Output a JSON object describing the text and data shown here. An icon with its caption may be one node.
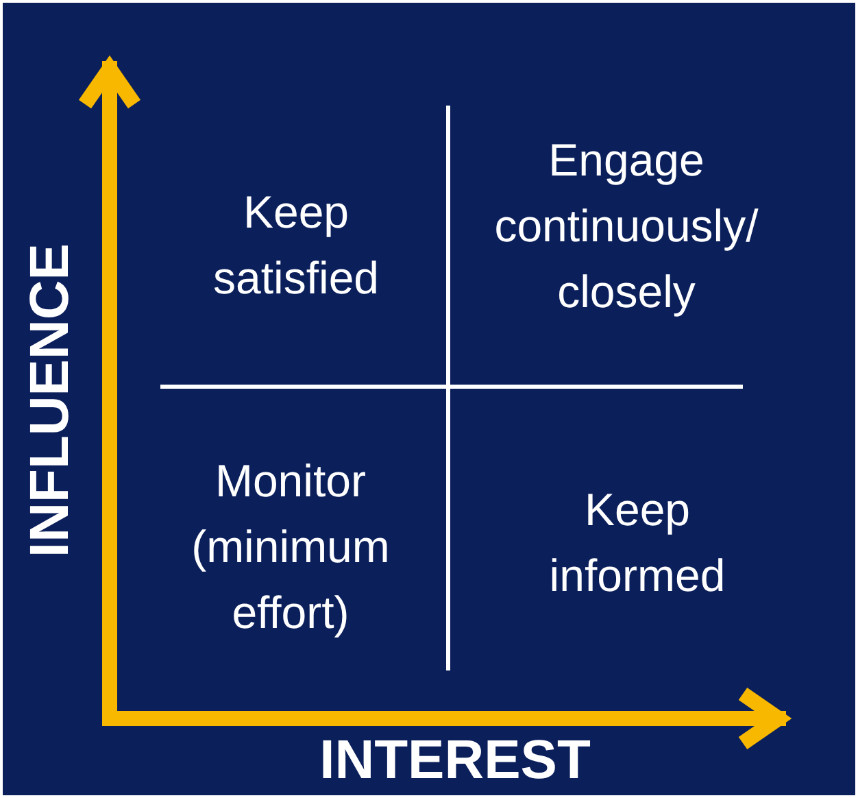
{
  "diagram": {
    "labels": [
      "Keep satisfied",
      "Engage continuously/ closely",
      "Monitor (minimum effort)",
      "Keep informed",
      "INFLUENCE",
      "INTEREST"
    ]
  }
}
